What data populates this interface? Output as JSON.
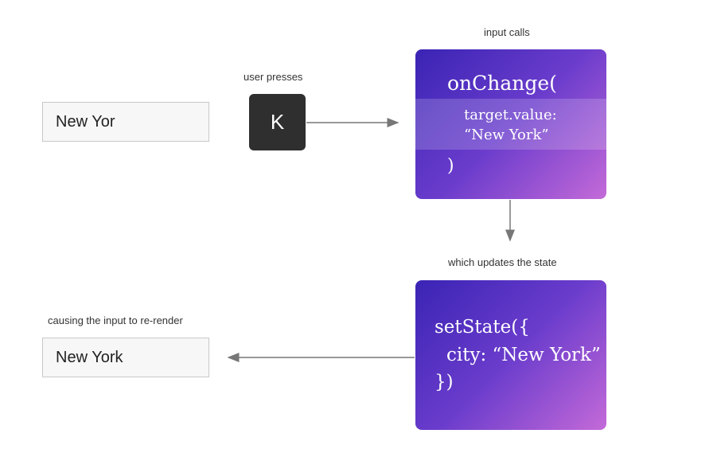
{
  "captions": {
    "user_presses": "user presses",
    "input_calls": "input calls",
    "which_updates": "which updates the state",
    "causing_rerender": "causing the input to re-render"
  },
  "input_before": {
    "value": "New Yor"
  },
  "key": {
    "label": "K"
  },
  "onchange_card": {
    "line1": "onChange(",
    "line2": "target.value:",
    "line3": "“New York”",
    "line4": ")"
  },
  "setstate_card": {
    "line1": "setState({",
    "line2": "city: “New York”",
    "line3": "})"
  },
  "input_after": {
    "value": "New York"
  },
  "colors": {
    "card_gradient_start": "#3a24b4",
    "card_gradient_end": "#c46ad8",
    "key_background": "#2f2f2f",
    "arrow": "#777777"
  }
}
